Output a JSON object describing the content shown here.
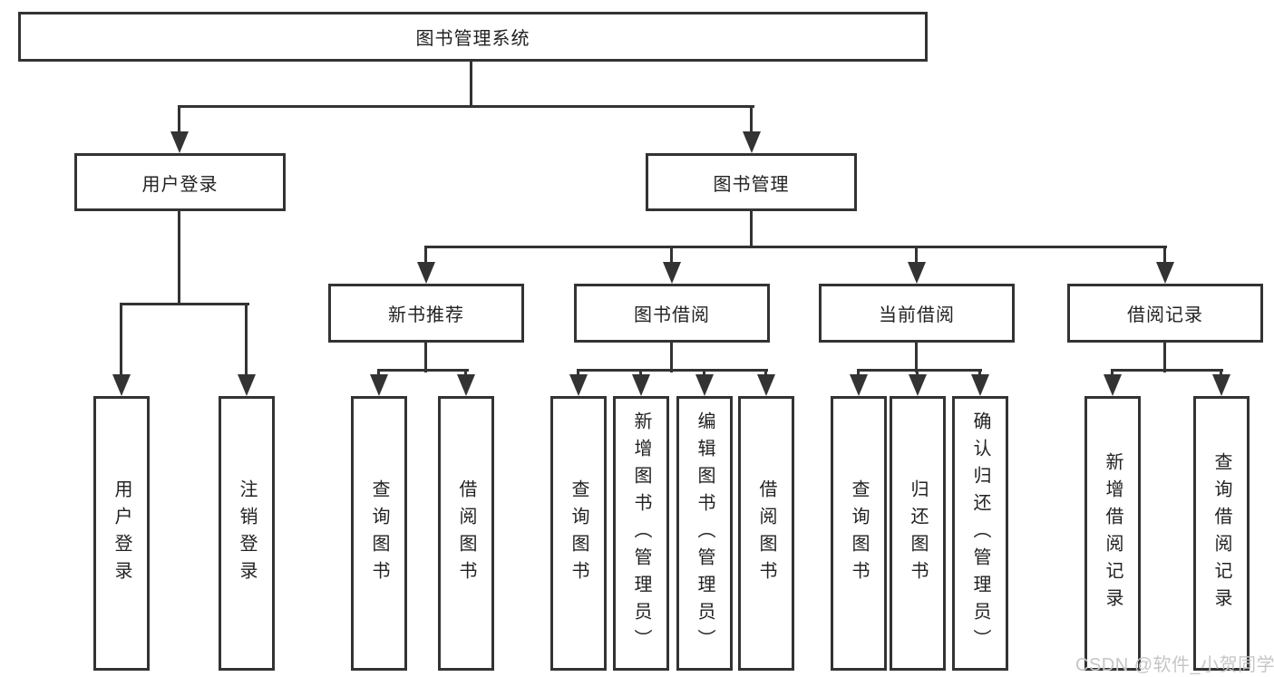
{
  "diagram_title": "图书管理系统",
  "colors": {
    "line": "#333333",
    "box_background": "#ffffff",
    "text": "#222222",
    "watermark": "#c6c6c6"
  },
  "nodes": {
    "root": {
      "label": "图书管理系统"
    },
    "level2": [
      {
        "label": "用户登录",
        "parent": "图书管理系统"
      },
      {
        "label": "图书管理",
        "parent": "图书管理系统"
      }
    ],
    "level3": [
      {
        "label": "新书推荐",
        "parent": "图书管理"
      },
      {
        "label": "图书借阅",
        "parent": "图书管理"
      },
      {
        "label": "当前借阅",
        "parent": "图书管理"
      },
      {
        "label": "借阅记录",
        "parent": "图书管理"
      }
    ],
    "leaves": [
      {
        "label": "用户登录",
        "parent": "用户登录"
      },
      {
        "label": "注销登录",
        "parent": "用户登录"
      },
      {
        "label": "查询图书",
        "parent": "新书推荐"
      },
      {
        "label": "借阅图书",
        "parent": "新书推荐"
      },
      {
        "label": "查询图书",
        "parent": "图书借阅"
      },
      {
        "label": "新增图书（管理员）",
        "parent": "图书借阅"
      },
      {
        "label": "编辑图书（管理员）",
        "parent": "图书借阅"
      },
      {
        "label": "借阅图书",
        "parent": "图书借阅"
      },
      {
        "label": "查询图书",
        "parent": "当前借阅"
      },
      {
        "label": "归还图书",
        "parent": "当前借阅"
      },
      {
        "label": "确认归还（管理员）",
        "parent": "当前借阅"
      },
      {
        "label": "新增借阅记录",
        "parent": "借阅记录"
      },
      {
        "label": "查询借阅记录",
        "parent": "借阅记录"
      }
    ]
  },
  "watermark": {
    "text": "CSDN @软件_小贺同学"
  }
}
